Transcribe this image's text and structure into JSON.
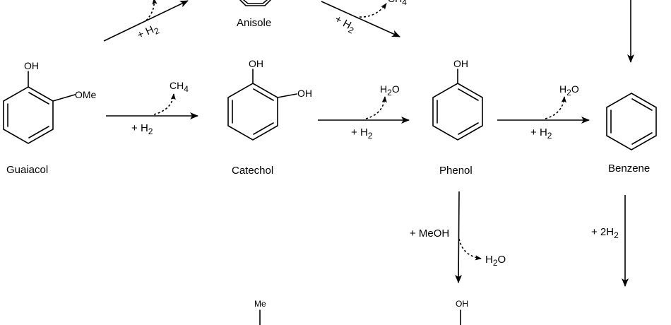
{
  "compounds": {
    "anisole": "Anisole",
    "guaiacol": "Guaiacol",
    "catechol": "Catechol",
    "phenol": "Phenol",
    "benzene": "Benzene"
  },
  "atoms": {
    "oh": "OH",
    "ome": "OMe",
    "me": "Me",
    "ch": "CH",
    "ch_sub": "4",
    "h": "H",
    "h_sub": "2",
    "o": "O"
  },
  "reagents": {
    "plus": "+ ",
    "plus_meoh": "+ MeOH",
    "plus_2h": "+ 2H"
  }
}
